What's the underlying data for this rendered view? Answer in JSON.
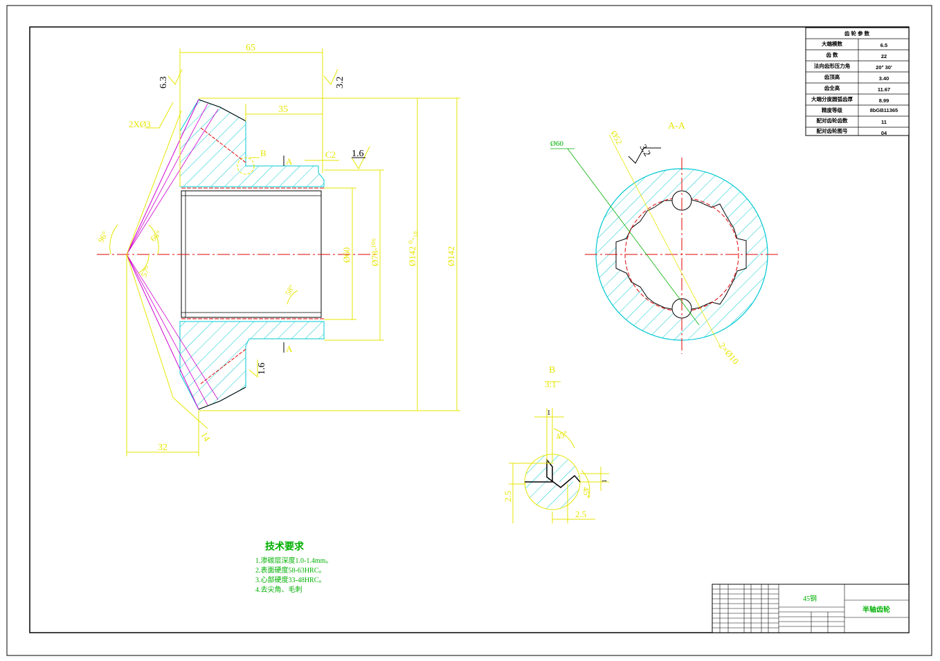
{
  "gear_params": {
    "title": "齿 轮 参 数",
    "rows": [
      {
        "label": "大端模数",
        "value": "6.5"
      },
      {
        "label": "齿 数",
        "value": "22"
      },
      {
        "label": "法向齿形压力角",
        "value": "20° 30′"
      },
      {
        "label": "齿顶高",
        "value": "3.40"
      },
      {
        "label": "齿全高",
        "value": "11.67"
      },
      {
        "label": "大端分度圆弧齿厚",
        "value": "8.99"
      },
      {
        "label": "精度等级",
        "value": "8bGB11365"
      },
      {
        "label": "配对齿轮齿数",
        "value": "11"
      },
      {
        "label": "配对齿轮图号",
        "value": "04"
      }
    ]
  },
  "main_view": {
    "dims": {
      "d65": "65",
      "d35": "35",
      "d32": "32",
      "d14": "14",
      "holes": "2XØ3",
      "chamfer": "C2",
      "dia60": "Ø60",
      "dia78": "Ø78-¹⁰⁶",
      "dia142tol": "Ø142  ⁰-₁₈",
      "dia142": "Ø142",
      "ang96": "96°",
      "ang66": "66°",
      "ang57": "57°",
      "ang58": "58°"
    },
    "rough": {
      "r63": "6.3",
      "r32": "3.2",
      "r16a": "1.6",
      "r16b": "1.6"
    },
    "labels": {
      "b": "B",
      "a_top": "A",
      "a_bottom": "A"
    }
  },
  "section_view": {
    "title": "A-A",
    "dims": {
      "d60": "Ø60",
      "d52": "Ø52",
      "holes": "2×Ø10"
    },
    "rough": "3.2"
  },
  "detail_view": {
    "title": "B",
    "scale": "3:1",
    "dims": {
      "one": "1",
      "ang45a": "45°",
      "ang45b": "45°",
      "w25": "2.5",
      "h25": "2.5",
      "one_b": "1"
    }
  },
  "tech_req": {
    "title": "技术要求",
    "items": [
      "1.渗碳层深度1.0-1.4mm。",
      "2.表面硬度58-63HRC。",
      "3.心部硬度33-48HRC。",
      "4.去尖角、毛刺"
    ]
  },
  "title_block": {
    "material": "45钢",
    "part_name": "半轴齿轮"
  },
  "colors": {
    "yellow": "#e6e600",
    "cyan": "#00c8d2",
    "red": "#e00000",
    "magenta": "#d000d0",
    "green": "#00b000",
    "black": "#000000"
  }
}
